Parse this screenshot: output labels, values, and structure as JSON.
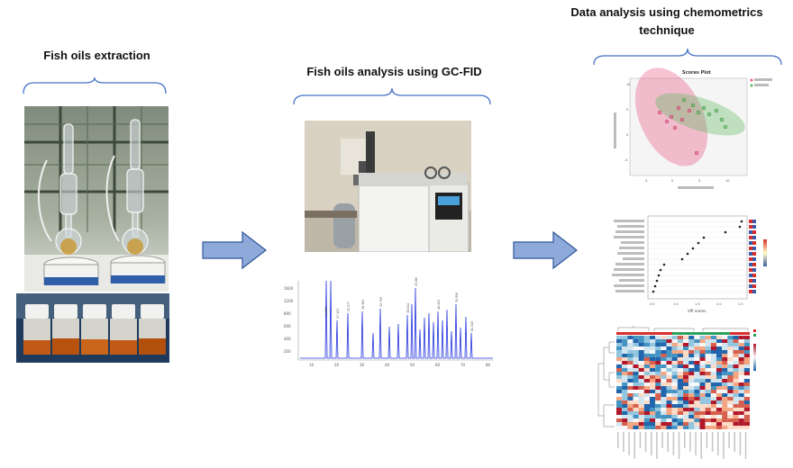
{
  "stages": {
    "extraction": {
      "title": "Fish oils extraction"
    },
    "analysis": {
      "title": "Fish oils analysis using GC-FID"
    },
    "chemometrics": {
      "title_line1": "Data analysis using chemometrics",
      "title_line2": "technique"
    }
  },
  "scores_plot": {
    "title": "Scores Plot"
  },
  "vip_plot": {
    "xlabel": "VIP scores"
  },
  "colors": {
    "brace": "#4472c4",
    "arrow_fill": "#8eaadb",
    "arrow_stroke": "#2f5597",
    "chromatogram": "#2233dd",
    "group1": "#e75480",
    "group2": "#5cb85c"
  },
  "icons": [
    "arrow-right-icon",
    "brace-icon"
  ]
}
